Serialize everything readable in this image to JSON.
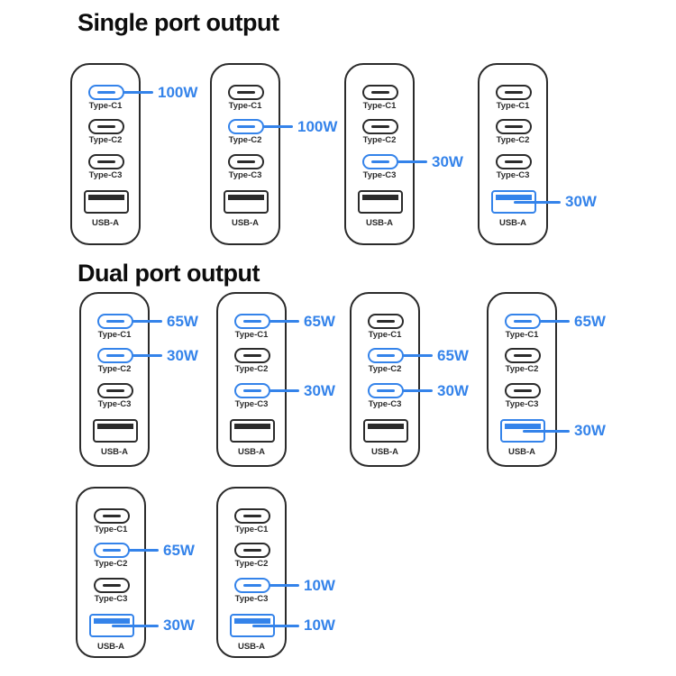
{
  "colors": {
    "accent": "#3483ea",
    "outline": "#2b2b2b",
    "label_text": "#2b2b2b",
    "title_text": "#0d0d0d",
    "background": "#ffffff"
  },
  "port_labels": {
    "c1": "Type-C1",
    "c2": "Type-C2",
    "c3": "Type-C3",
    "a": "USB-A"
  },
  "sections": [
    {
      "title": "Single port output",
      "chargers": [
        {
          "watts": {
            "c1": "100W"
          }
        },
        {
          "watts": {
            "c2": "100W"
          }
        },
        {
          "watts": {
            "c3": "30W"
          }
        },
        {
          "watts": {
            "a": "30W"
          }
        }
      ]
    },
    {
      "title": "Dual port output",
      "chargers": [
        {
          "watts": {
            "c1": "65W",
            "c2": "30W"
          }
        },
        {
          "watts": {
            "c1": "65W",
            "c3": "30W"
          }
        },
        {
          "watts": {
            "c2": "65W",
            "c3": "30W"
          }
        },
        {
          "watts": {
            "c1": "65W",
            "a": "30W"
          }
        },
        {
          "watts": {
            "c2": "65W",
            "a": "30W"
          }
        },
        {
          "watts": {
            "c3": "10W",
            "a": "10W"
          }
        }
      ]
    }
  ]
}
